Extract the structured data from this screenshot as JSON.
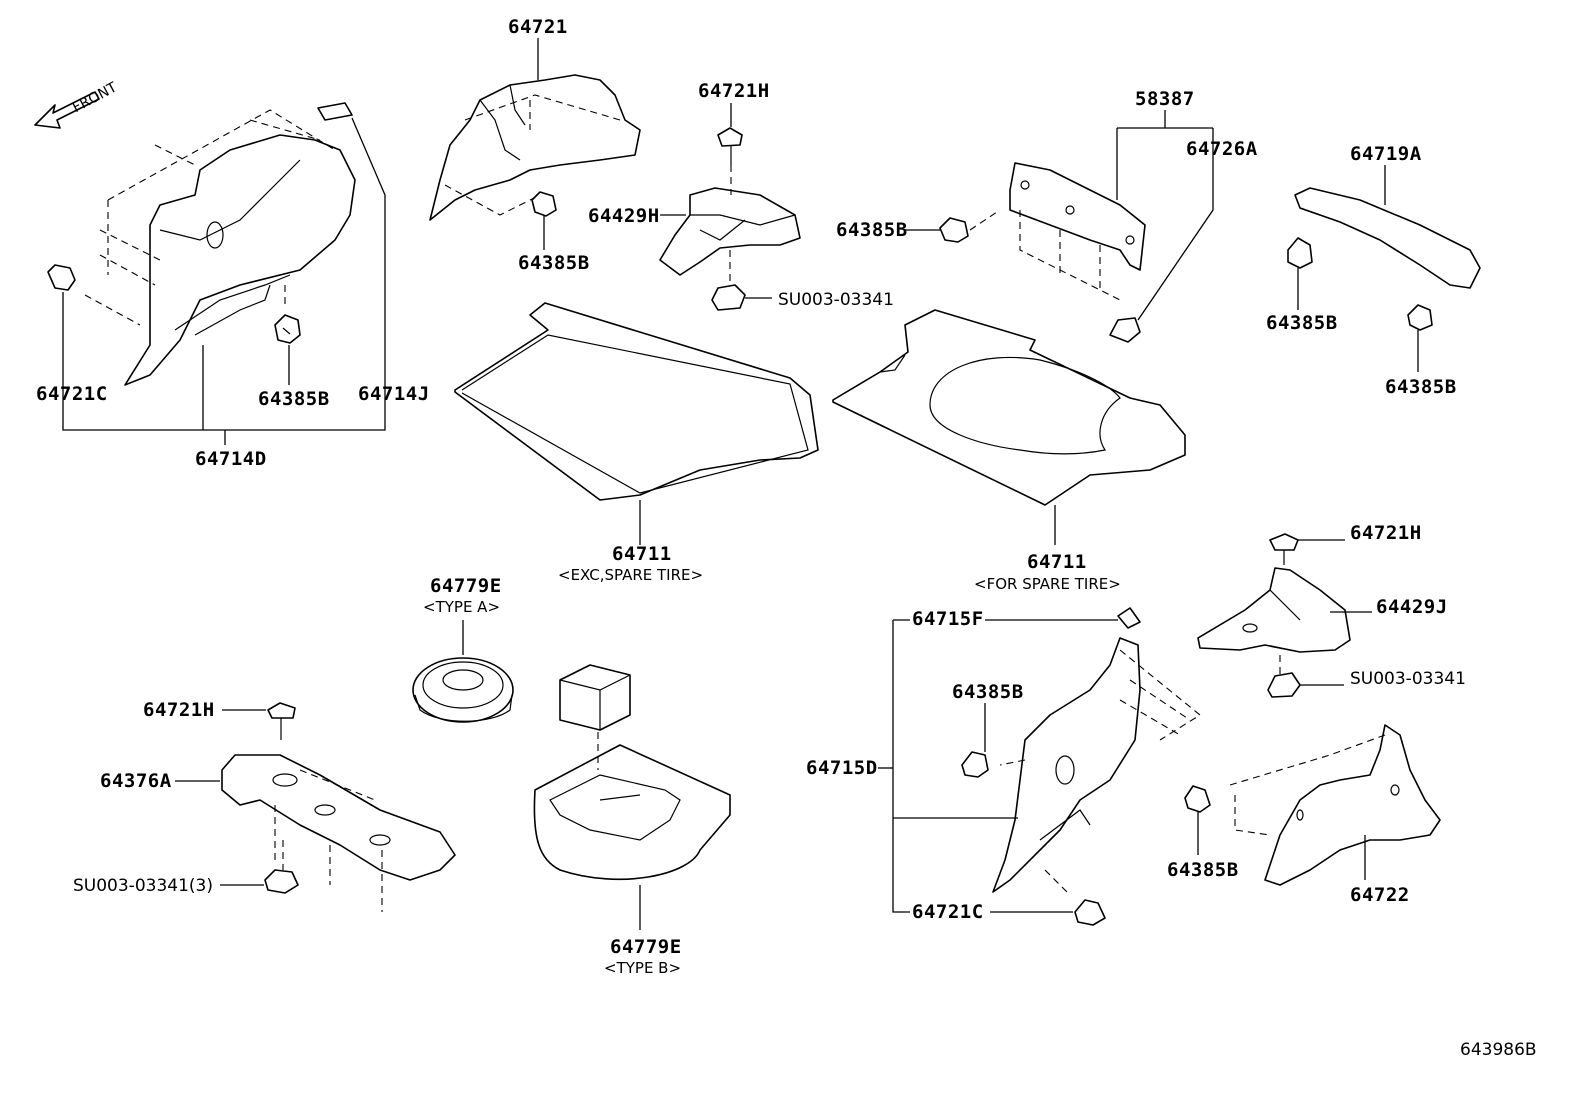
{
  "diagram": {
    "front_label": "FRONT",
    "reference_number": "643986B",
    "labels": {
      "p64721_top": "64721",
      "p64721H_top": "64721H",
      "p58387": "58387",
      "p64726A": "64726A",
      "p64719A": "64719A",
      "p64429H": "64429H",
      "p64385B_clip1": "64385B",
      "p64385B_clip2": "64385B",
      "p64385B_clip3": "64385B",
      "p64385B_clip4": "64385B",
      "p64385B_clip5": "64385B",
      "p64385B_clip6": "64385B",
      "p64385B_clip7": "64385B",
      "pSU003_top": "SU003-03341",
      "p64721C_left": "64721C",
      "p64714J": "64714J",
      "p64714D": "64714D",
      "p64711_a": "64711",
      "p64711_a_note": "<EXC,SPARE TIRE>",
      "p64711_b": "64711",
      "p64711_b_note": "<FOR SPARE TIRE>",
      "p64779E_a": "64779E",
      "p64779E_a_note": "<TYPE A>",
      "p64779E_b": "64779E",
      "p64779E_b_note": "<TYPE B>",
      "p64721H_left": "64721H",
      "p64376A": "64376A",
      "pSU003_x3": "SU003-03341(3)",
      "p64715F": "64715F",
      "p64715D": "64715D",
      "p64721C_right": "64721C",
      "p64721H_right": "64721H",
      "p64429J": "64429J",
      "pSU003_right": "SU003-03341",
      "p64722": "64722"
    }
  }
}
